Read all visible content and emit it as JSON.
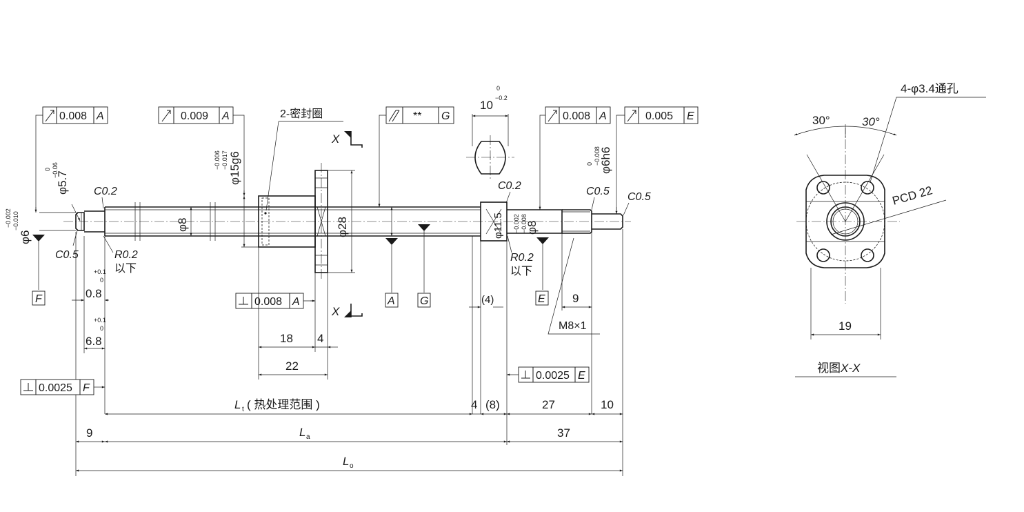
{
  "tolerance_frames": {
    "left_journal_runout": {
      "value": "0.008",
      "datum": "A"
    },
    "nut_flange_runout": {
      "value": "0.009",
      "datum": "A"
    },
    "shaft_parallelism": {
      "value": "**",
      "datum": "G"
    },
    "right_journal_runout": {
      "value": "0.008",
      "datum": "A"
    },
    "right_end_runout": {
      "value": "0.005",
      "datum": "E"
    },
    "flange_perpendicularity": {
      "value": "0.008",
      "datum": "A"
    },
    "right_shoulder_perpendicularity": {
      "value": "0.0025",
      "datum": "E"
    },
    "left_shoulder_perpendicularity": {
      "value": "0.0025",
      "datum": "F"
    }
  },
  "datums": {
    "a": "A",
    "g": "G",
    "e": "E",
    "f": "F"
  },
  "labels": {
    "seal": "2-密封圈",
    "section_x_top": "X",
    "section_x_bottom": "X",
    "left_chamfer_c02": "C0.2",
    "left_chamfer_c05": "C0.5",
    "left_fillet_r": "R0.2",
    "left_fillet_below": "以下",
    "right_chamfer_c02": "C0.2",
    "right_fillet_r": "R0.2",
    "right_fillet_below": "以下",
    "right_chamfer_c05a": "C0.5",
    "right_chamfer_c05b": "C0.5",
    "thread": "M8×1"
  },
  "diameters": {
    "phi6": "φ6",
    "phi6_tol_upper": "−0.002",
    "phi6_tol_lower": "−0.010",
    "phi57": "φ5.7",
    "phi57_tol_upper": "0",
    "phi57_tol_lower": "−0.06",
    "phi8_shaft": "φ8",
    "phi15": "φ15g6",
    "phi15_tol_upper": "−0.006",
    "phi15_tol_lower": "−0.017",
    "phi28": "φ28",
    "phi115": "φ11.5",
    "phi8_right": "φ8",
    "phi8_right_tol_upper": "−0.002",
    "phi8_right_tol_lower": "−0.008",
    "phi6h6": "φ6h6",
    "phi6h6_tol_upper": "0",
    "phi6h6_tol_lower": "−0.008"
  },
  "dimensions": {
    "width_flat": "10",
    "width_flat_tol_upper": "0",
    "width_flat_tol_lower": "−0.2",
    "groove_08": "0.8",
    "groove_08_tol_upper": "+0.1",
    "groove_08_tol_lower": "0",
    "groove_68": "6.8",
    "groove_68_tol_upper": "+0.1",
    "groove_68_tol_lower": "0",
    "nut_18": "18",
    "nut_4": "4",
    "nut_22": "22",
    "paren_4": "(4)",
    "thread_9": "9",
    "lt_symbol": "L",
    "lt_sub": "t",
    "lt_text": "( 热处理范围 )",
    "dim_4": "4",
    "dim_8": "(8)",
    "dim_27": "27",
    "dim_10": "10",
    "dim_9": "9",
    "la_symbol": "L",
    "la_sub": "a",
    "dim_37": "37",
    "lo_symbol": "L",
    "lo_sub": "o"
  },
  "section_view": {
    "angle_left": "30°",
    "angle_right": "30°",
    "holes": "4-φ3.4通孔",
    "pcd": "PCD 22",
    "width": "19",
    "title_prefix": "视图",
    "title_axis": "X-X"
  }
}
